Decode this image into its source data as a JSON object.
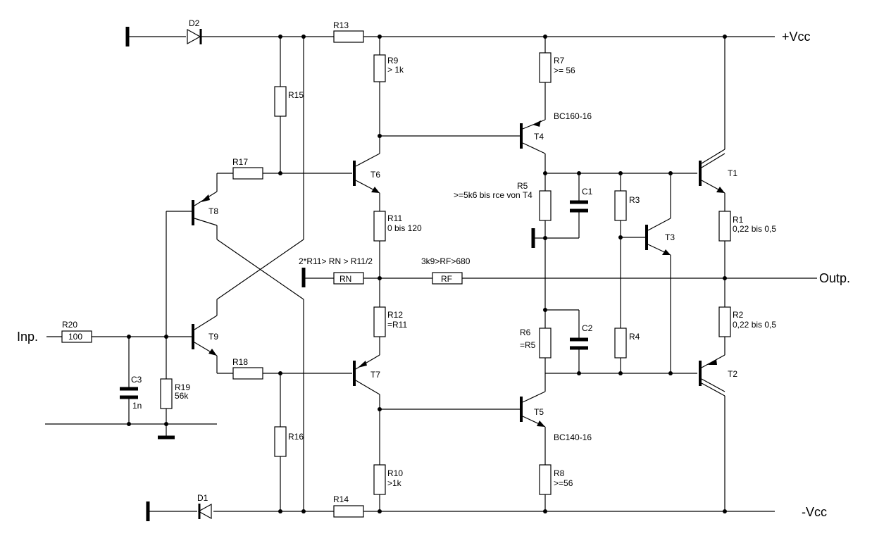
{
  "rails": {
    "vcc_pos": "+Vcc",
    "vcc_neg": "-Vcc",
    "input": "Inp.",
    "output": "Outp."
  },
  "components": {
    "D1": "D1",
    "D2": "D2",
    "R1": "R1",
    "R1_val": "0,22 bis 0,5",
    "R2": "R2",
    "R2_val": "0,22 bis 0,5",
    "R3": "R3",
    "R4": "R4",
    "R5": "R5",
    "R5_val": ">=5k6 bis rce von T4",
    "R6": "R6",
    "R6_val": "=R5",
    "R7": "R7",
    "R7_val": ">= 56",
    "R8": "R8",
    "R8_val": ">=56",
    "R9": "R9",
    "R9_val": "> 1k",
    "R10": "R10",
    "R10_val": ">1k",
    "R11": "R11",
    "R11_val": "0 bis 120",
    "R12": "R12",
    "R12_val": "=R11",
    "R13": "R13",
    "R14": "R14",
    "R15": "R15",
    "R16": "R16",
    "R17": "R17",
    "R18": "R18",
    "R19": "R19",
    "R19_val": "56k",
    "R20": "R20",
    "R20_val": "100",
    "C1": "C1",
    "C2": "C2",
    "C3": "C3",
    "C3_val": "1n",
    "T1": "T1",
    "T2": "T2",
    "T3": "T3",
    "T4": "T4",
    "T4_type": "BC160-16",
    "T5": "T5",
    "T5_type": "BC140-16",
    "T6": "T6",
    "T7": "T7",
    "T8": "T8",
    "T9": "T9",
    "RN": "RN",
    "RN_cond": "2*R11> RN > R11/2",
    "RF": "RF",
    "RF_cond": "3k9>RF>680"
  }
}
